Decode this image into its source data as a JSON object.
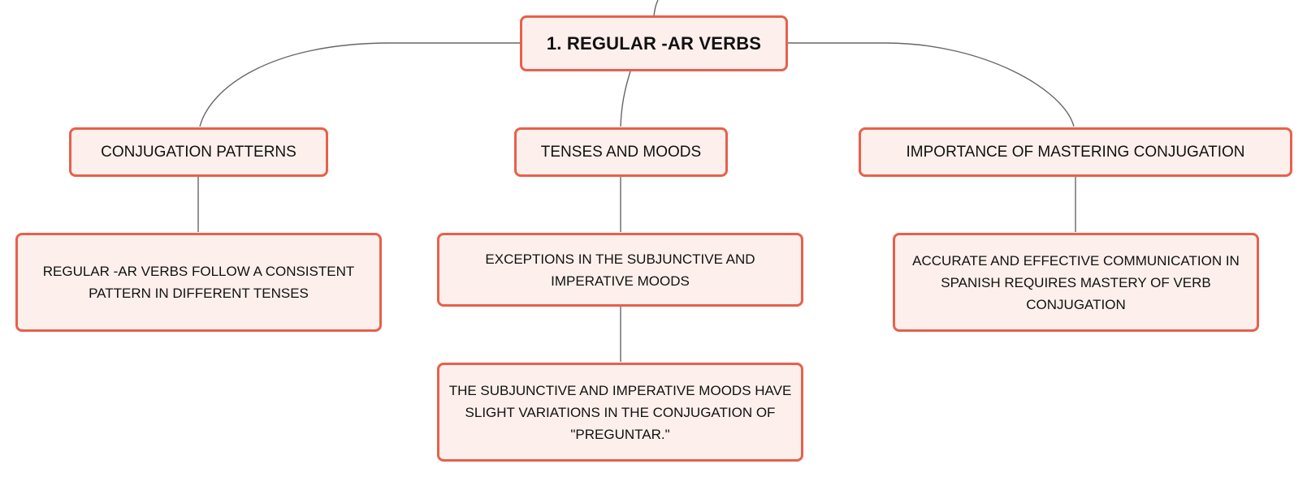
{
  "diagram": {
    "root": {
      "text": "1. REGULAR -AR VERBS"
    },
    "branches": [
      {
        "text": "CONJUGATION PATTERNS",
        "children": [
          {
            "text": "REGULAR -AR VERBS FOLLOW A CONSISTENT PATTERN IN DIFFERENT TENSES"
          }
        ]
      },
      {
        "text": "TENSES AND MOODS",
        "children": [
          {
            "text": "EXCEPTIONS IN THE SUBJUNCTIVE AND IMPERATIVE MOODS",
            "children": [
              {
                "text": "THE SUBJUNCTIVE AND IMPERATIVE MOODS HAVE SLIGHT VARIATIONS IN THE CONJUGATION OF \"PREGUNTAR.\""
              }
            ]
          }
        ]
      },
      {
        "text": "IMPORTANCE OF MASTERING CONJUGATION",
        "children": [
          {
            "text": "ACCURATE AND EFFECTIVE COMMUNICATION IN SPANISH REQUIRES MASTERY OF VERB CONJUGATION"
          }
        ]
      }
    ]
  },
  "colors": {
    "node_fill": "#fdf0ec",
    "node_border": "#e8604c",
    "connector": "#666666",
    "text": "#111111"
  }
}
